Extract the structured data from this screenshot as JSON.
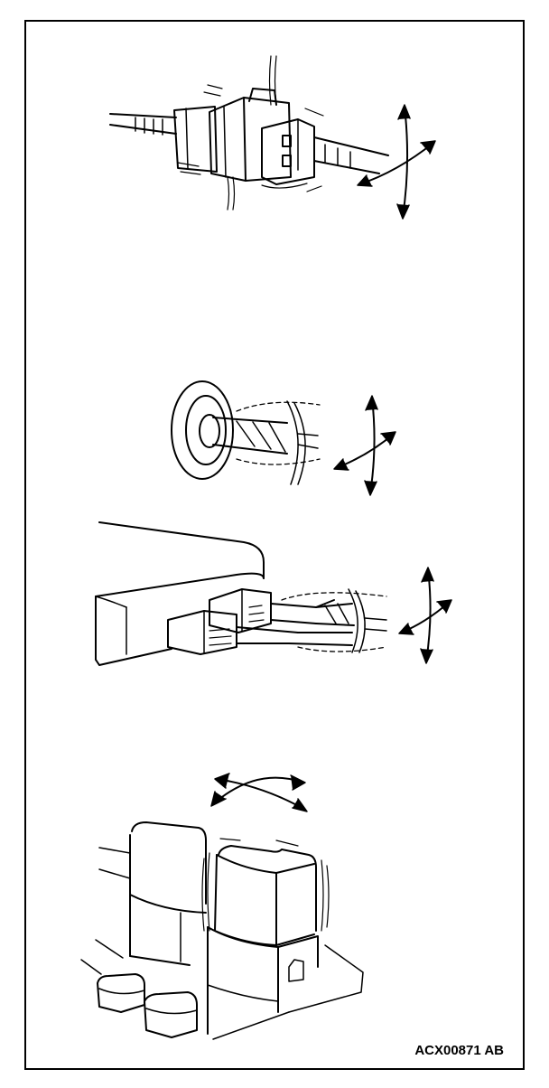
{
  "figure": {
    "code": "ACX00871 AB"
  },
  "colors": {
    "ink": "#000000",
    "paper": "#ffffff"
  },
  "illustrations": [
    {
      "name": "wiring-connector-wiggle",
      "icon": "connector-icon"
    },
    {
      "name": "harness-grommet-wiggle",
      "icon": "grommet-icon"
    },
    {
      "name": "control-unit-connector-wiggle",
      "icon": "ecu-connector-icon"
    },
    {
      "name": "relay-block-wiggle",
      "icon": "relay-icon"
    }
  ]
}
